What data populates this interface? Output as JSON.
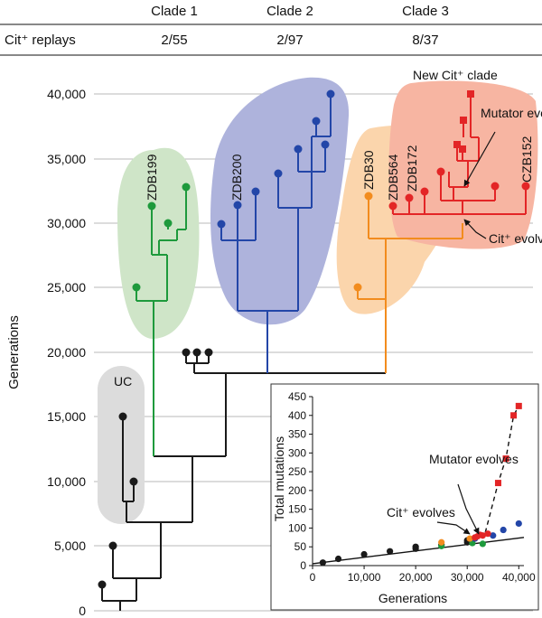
{
  "header": {
    "row_label": "Cit⁺ replays",
    "clades": [
      {
        "name": "Clade 1",
        "replays": "2/55"
      },
      {
        "name": "Clade 2",
        "replays": "2/97"
      },
      {
        "name": "Clade 3",
        "replays": "8/37"
      }
    ]
  },
  "tree": {
    "y_axis_label": "Generations",
    "y_ticks": [
      "0",
      "5,000",
      "10,000",
      "15,000",
      "20,000",
      "25,000",
      "30,000",
      "35,000",
      "40,000"
    ],
    "labels": {
      "uc": "UC",
      "zdb199": "ZDB199",
      "zdb200": "ZDB200",
      "zdb30": "ZDB30",
      "zdb564": "ZDB564",
      "zdb172": "ZDB172",
      "czb152": "CZB152",
      "new_clade": "New Cit⁺ clade",
      "mutator": "Mutator evolves",
      "cit": "Cit⁺ evolves"
    },
    "colors": {
      "black": "#1a1a1a",
      "green": "#1e9a3c",
      "blue": "#2346a8",
      "orange": "#f28c1e",
      "red": "#e32526",
      "green_fill": "#cfe5c8",
      "blue_fill": "#aeb3dc",
      "orange_fill": "#fbd5ac",
      "red_fill": "#f7b5a2",
      "grey_fill": "#dcdcdc"
    }
  },
  "inset": {
    "xlabel": "Generations",
    "ylabel": "Total mutations",
    "x_ticks": [
      "0",
      "10,000",
      "20,000",
      "30,000",
      "40,000"
    ],
    "y_ticks": [
      "0",
      "50",
      "100",
      "150",
      "200",
      "250",
      "300",
      "350",
      "400",
      "450"
    ],
    "mutator_label": "Mutator evolves",
    "cit_label": "Cit⁺ evolves"
  },
  "chart_data": {
    "type": "scatter",
    "xlabel": "Generations",
    "ylabel": "Total mutations",
    "xlim": [
      0,
      41000
    ],
    "ylim": [
      0,
      450
    ],
    "series": [
      {
        "color": "#1a1a1a",
        "points": [
          [
            2000,
            8
          ],
          [
            5000,
            18
          ],
          [
            10000,
            30
          ],
          [
            15000,
            38
          ],
          [
            20000,
            45
          ],
          [
            20000,
            50
          ],
          [
            25000,
            55
          ],
          [
            30000,
            62
          ],
          [
            30000,
            67
          ]
        ]
      },
      {
        "color": "#1e9a3c",
        "points": [
          [
            25000,
            52
          ],
          [
            31000,
            60
          ],
          [
            33000,
            58
          ]
        ]
      },
      {
        "color": "#2346a8",
        "points": [
          [
            31500,
            72
          ],
          [
            35000,
            80
          ],
          [
            37000,
            95
          ],
          [
            40000,
            112
          ]
        ]
      },
      {
        "color": "#f28c1e",
        "points": [
          [
            25000,
            62
          ],
          [
            30500,
            72
          ]
        ]
      },
      {
        "color": "#e32526",
        "shape": "circle",
        "points": [
          [
            31500,
            75
          ],
          [
            32000,
            78
          ],
          [
            32500,
            82
          ],
          [
            33000,
            80
          ],
          [
            34000,
            85
          ]
        ]
      },
      {
        "color": "#e32526",
        "shape": "square",
        "points": [
          [
            36000,
            220
          ],
          [
            37500,
            285
          ],
          [
            39000,
            400
          ],
          [
            40000,
            425
          ]
        ]
      }
    ],
    "trend_line": [
      [
        0,
        5
      ],
      [
        41000,
        75
      ]
    ]
  }
}
